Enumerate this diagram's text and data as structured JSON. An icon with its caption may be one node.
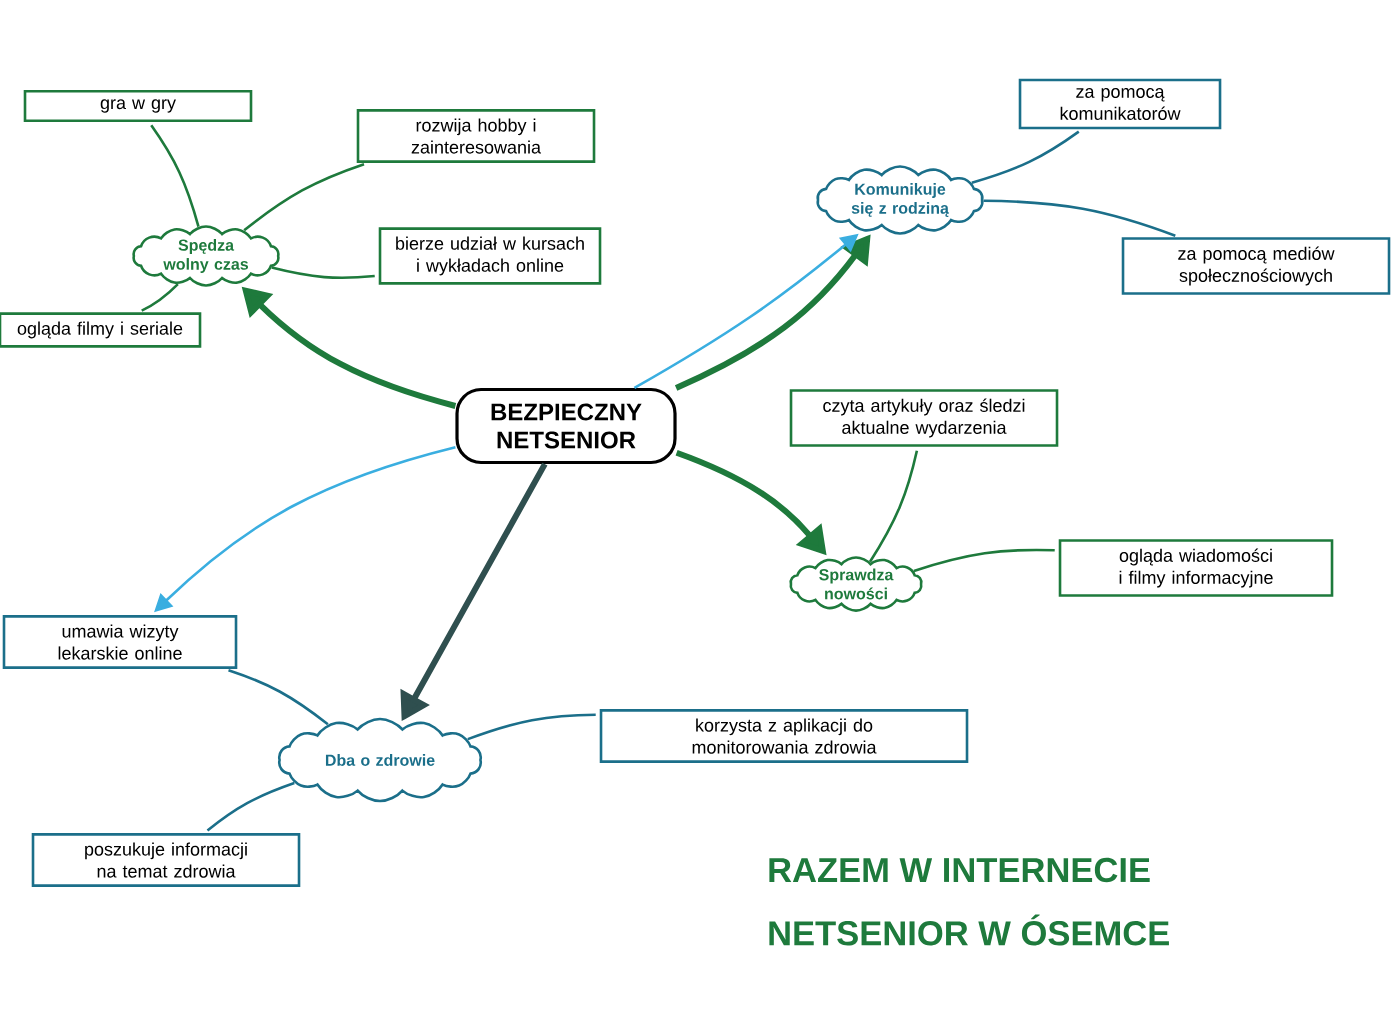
{
  "diagram": {
    "nodes": [
      {
        "text": [
          "BEZPIECZNY NETSENIOR"
        ]
      },
      {
        "text": [
          "Spędza wolny czas"
        ]
      },
      {
        "text": [
          "gra w gry"
        ]
      },
      {
        "text": [
          "rozwija hobby i zainteresowania"
        ]
      },
      {
        "text": [
          "bierze udział w kursach i wykładach online"
        ]
      },
      {
        "text": [
          "ogląda filmy i seriale"
        ]
      },
      {
        "text": [
          "Komunikuje się z rodziną"
        ]
      },
      {
        "text": [
          "za pomocą komunikatorów"
        ]
      },
      {
        "text": [
          "za pomocą mediów społecznościowych"
        ]
      },
      {
        "text": [
          "Sprawdza nowości"
        ]
      },
      {
        "text": [
          "czyta artykuły oraz śledzi aktualne wydarzenia"
        ]
      },
      {
        "text": [
          "ogląda wiadomości i filmy informacyjne"
        ]
      },
      {
        "text": [
          "Dba o zdrowie"
        ]
      },
      {
        "text": [
          "umawia wizyty lekarskie online"
        ]
      },
      {
        "text": [
          "korzysta z aplikacji do monitorowania zdrowia"
        ]
      },
      {
        "text": [
          "poszukuje informacji na temat zdrowia"
        ]
      }
    ],
    "edges": [
      {
        "from": 0,
        "to": 1,
        "arrow": "to",
        "style": "thick"
      },
      {
        "from": 0,
        "to": 6,
        "arrow": "to",
        "style": "thick"
      },
      {
        "from": 0,
        "to": 6,
        "arrow": "to",
        "color": "#3aaee0"
      },
      {
        "from": 0,
        "to": 9,
        "arrow": "to",
        "style": "thick"
      },
      {
        "from": 0,
        "to": 13,
        "arrow": "to",
        "color": "#3aaee0"
      },
      {
        "from": 0,
        "to": 12,
        "arrow": "to",
        "style": "thick",
        "color": "#2f4f4f"
      },
      {
        "from": 1,
        "to": 2,
        "arrow": "none"
      },
      {
        "from": 1,
        "to": 3,
        "arrow": "none"
      },
      {
        "from": 1,
        "to": 4,
        "arrow": "none"
      },
      {
        "from": 1,
        "to": 5,
        "arrow": "none"
      },
      {
        "from": 6,
        "to": 7,
        "arrow": "none",
        "color": "#1b6f8a"
      },
      {
        "from": 6,
        "to": 8,
        "arrow": "none",
        "color": "#1b6f8a"
      },
      {
        "from": 9,
        "to": 10,
        "arrow": "none"
      },
      {
        "from": 9,
        "to": 11,
        "arrow": "none"
      },
      {
        "from": 12,
        "to": 13,
        "arrow": "none",
        "color": "#1b6f8a"
      },
      {
        "from": 12,
        "to": 14,
        "arrow": "none",
        "color": "#1b6f8a"
      },
      {
        "from": 12,
        "to": 15,
        "arrow": "none",
        "color": "#1b6f8a"
      }
    ],
    "labels": [
      "RAZEM W INTERNECIE",
      "NETSENIOR W ÓSEMCE"
    ]
  }
}
